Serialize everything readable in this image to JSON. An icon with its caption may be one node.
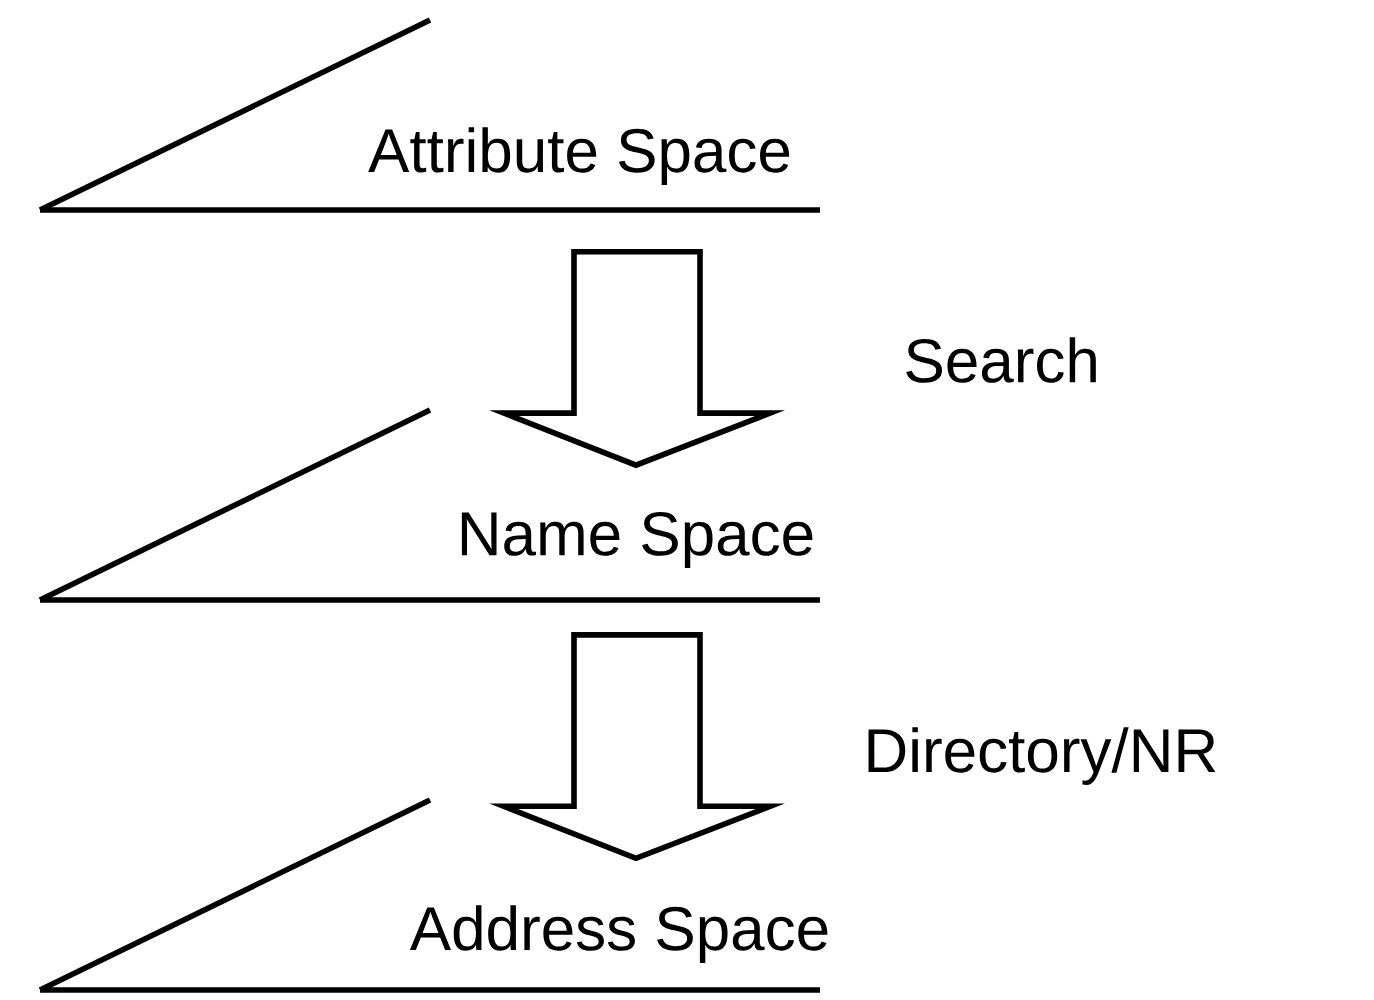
{
  "diagram": {
    "nodes": [
      {
        "text": [
          "Attribute Space"
        ]
      },
      {
        "text": [
          "Name Space"
        ]
      },
      {
        "text": [
          "Address Space"
        ]
      }
    ],
    "edges": [
      {
        "from": 0,
        "to": 1,
        "arrow": "to",
        "label": "Search"
      },
      {
        "from": 1,
        "to": 2,
        "arrow": "to",
        "label": "Directory/NR"
      }
    ]
  }
}
